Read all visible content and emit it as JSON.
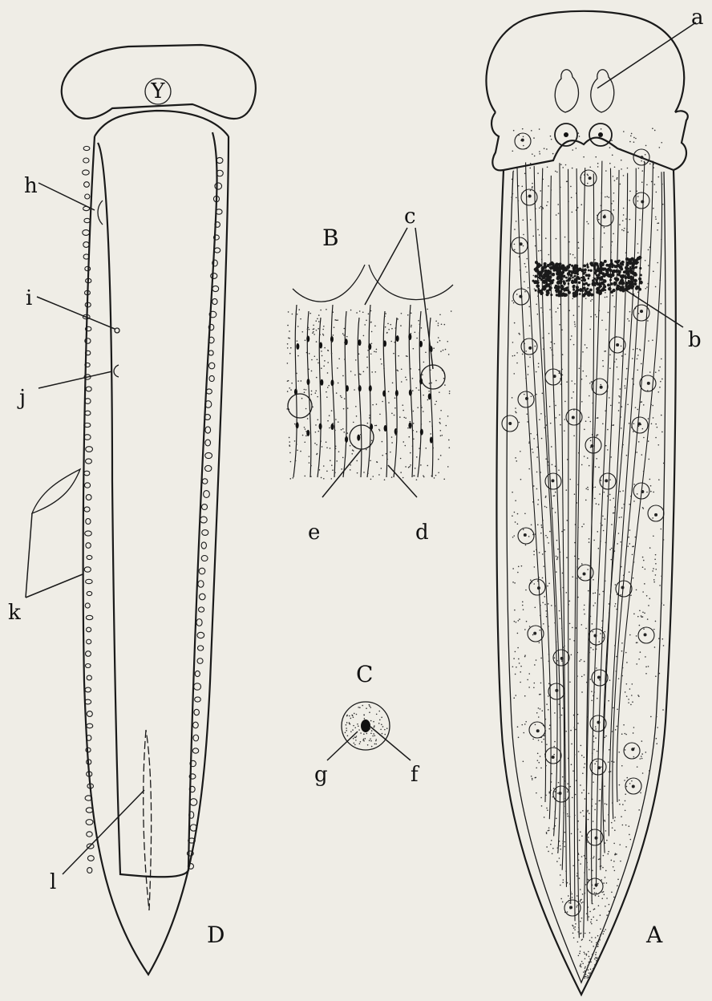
{
  "figures": {
    "A": {
      "panel_label": "A",
      "labels": {
        "a": "a",
        "b": "b"
      }
    },
    "B": {
      "panel_label": "B",
      "labels": {
        "c": "c",
        "d": "d",
        "e": "e"
      }
    },
    "C": {
      "panel_label": "C",
      "labels": {
        "f": "f",
        "g": "g"
      }
    },
    "D": {
      "panel_label": "D",
      "labels": {
        "h": "h",
        "i": "i",
        "j": "j",
        "k": "k",
        "l": "l"
      },
      "head_glyph": "Y"
    }
  },
  "colors": {
    "ink": "#1a1a1a",
    "paper": "#efede6"
  }
}
